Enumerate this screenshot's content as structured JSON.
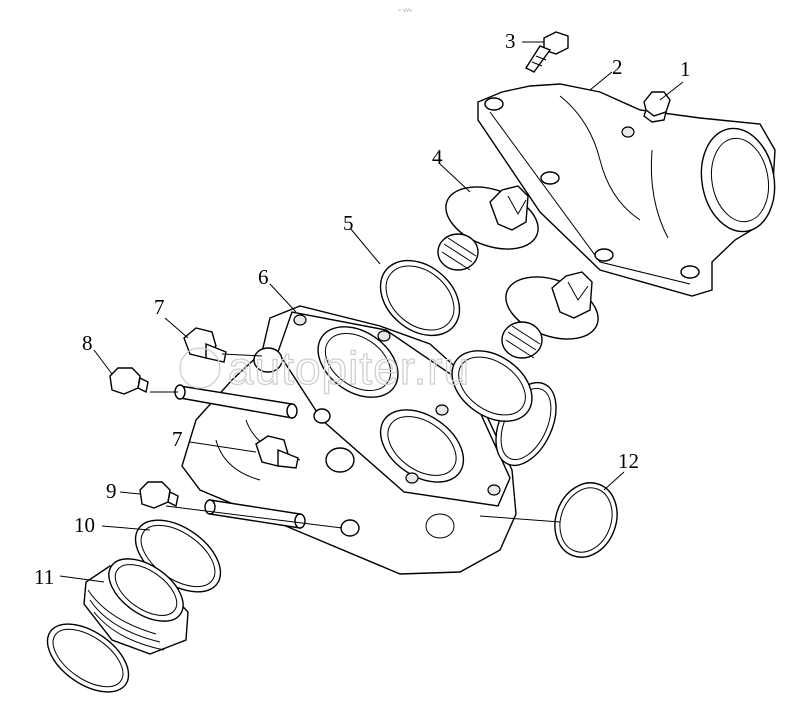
{
  "watermark": {
    "text": "autopiter.ru"
  },
  "corner_mark": "≈ vvv",
  "callouts": [
    "1",
    "2",
    "3",
    "4",
    "5",
    "6",
    "7",
    "7",
    "8",
    "9",
    "10",
    "11",
    "12"
  ]
}
